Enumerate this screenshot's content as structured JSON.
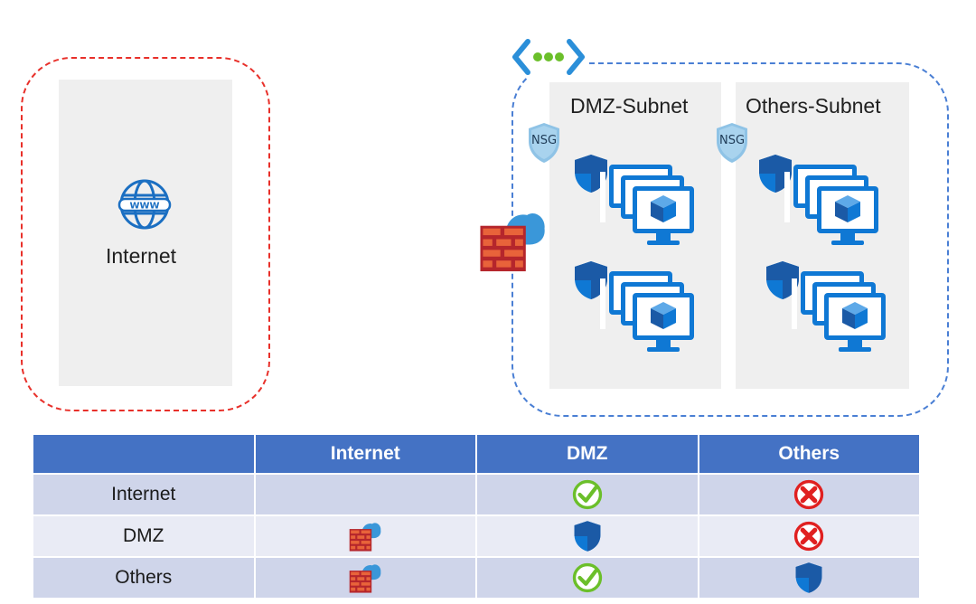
{
  "diagram": {
    "internet_label": "Internet",
    "dmz_subnet_label": "DMZ-Subnet",
    "others_subnet_label": "Others-Subnet",
    "nsg_label": "NSG",
    "www_label": "WWW"
  },
  "matrix": {
    "columns": [
      "",
      "Internet",
      "DMZ",
      "Others"
    ],
    "rows": [
      {
        "label": "Internet",
        "cells": [
          "",
          "check-icon",
          "cross-icon"
        ]
      },
      {
        "label": "DMZ",
        "cells": [
          "firewall-icon",
          "shield-icon",
          "cross-icon"
        ]
      },
      {
        "label": "Others",
        "cells": [
          "firewall-icon",
          "check-icon",
          "shield-icon"
        ]
      }
    ]
  },
  "colors": {
    "internet_border": "#e8302a",
    "vnet_border": "#4a7fd4",
    "header_blue": "#4472c4",
    "azure_blue": "#0f78d4",
    "check_green": "#6bbf2a",
    "cross_red": "#e02020",
    "firewall_red": "#c6262d"
  }
}
